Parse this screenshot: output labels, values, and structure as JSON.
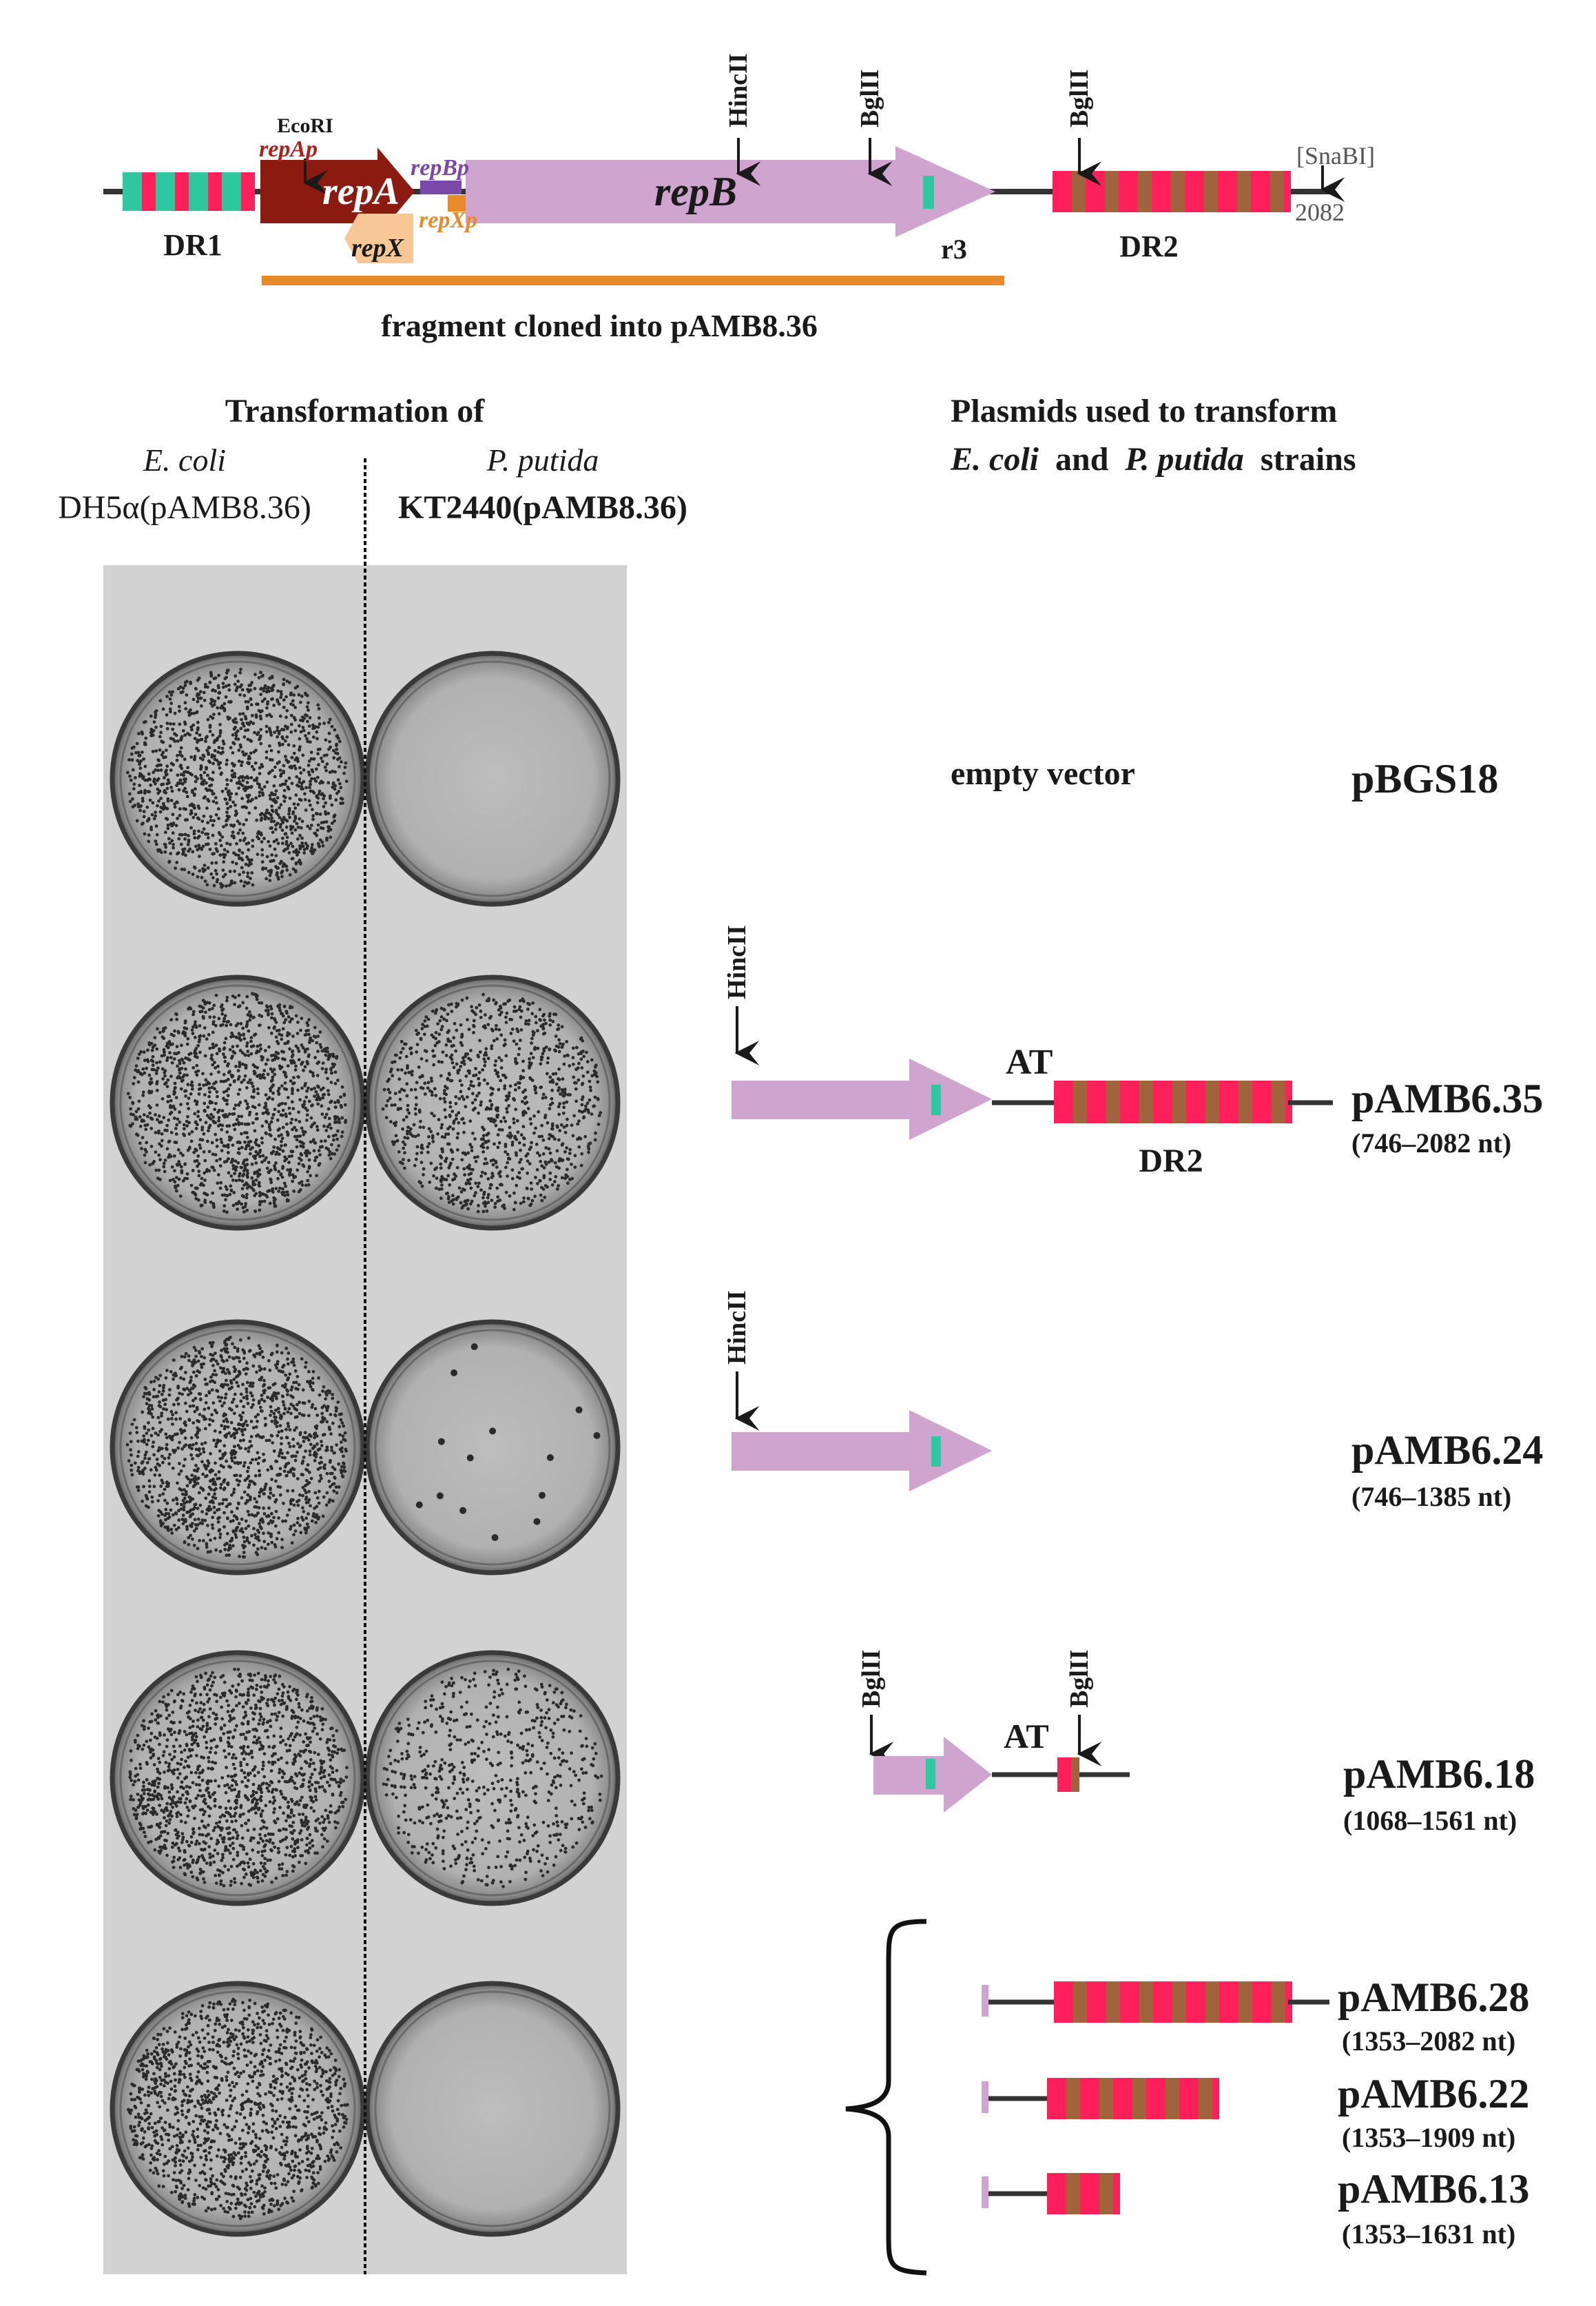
{
  "colors": {
    "repA": "#8b1a10",
    "repB": "#cfa4cf",
    "repX": "#f7c896",
    "cloned_fragment": "#e8892a",
    "dr_pink": "#ff1f5a",
    "dr_brown": "#a0643c",
    "dr_teal": "#2ec7a0",
    "r3_mark": "#2ec7a0",
    "repAp_label": "#b0201a",
    "repBp_label": "#7a48a8",
    "repXp_label": "#e8892a"
  },
  "map": {
    "ecori": "EcoRI",
    "repap": "repAp",
    "repa": "repA",
    "repbp": "repBp",
    "repxp": "repXp",
    "repx": "repX",
    "repb": "repB",
    "hincii": "HincII",
    "bglii_1": "BglII",
    "bglii_2": "BglII",
    "snabi": "[SnaBI]",
    "end_coord": "2082",
    "dr1": "DR1",
    "r3": "r3",
    "dr2": "DR2",
    "fragment_label": "fragment cloned into pAMB8.36"
  },
  "panel": {
    "title": "Transformation of",
    "ecoli_species": "E. coli",
    "ecoli_strain": "DH5α(pAMB8.36)",
    "pputida_species": "P. putida",
    "pputida_strain": "KT2440(pAMB8.36)"
  },
  "plasmids_header": {
    "line1": "Plasmids used to transform",
    "ecoli": "E. coli",
    "and": "and",
    "pputida": "P. putida",
    "strains": "strains"
  },
  "rows": [
    {
      "description": "empty vector",
      "name": "pBGS18",
      "range": ""
    },
    {
      "site_left": "HincII",
      "at": "AT",
      "dr2": "DR2",
      "name": "pAMB6.35",
      "range": "(746–2082 nt)"
    },
    {
      "site_left": "HincII",
      "name": "pAMB6.24",
      "range": "(746–1385 nt)"
    },
    {
      "site_left": "BglII",
      "at": "AT",
      "site_right": "BglII",
      "name": "pAMB6.18",
      "range": "(1068–1561 nt)"
    },
    {
      "name": "pAMB6.28",
      "range": "(1353–2082 nt)"
    },
    {
      "name": "pAMB6.22",
      "range": "(1353–1909 nt)"
    },
    {
      "name": "pAMB6.13",
      "range": "(1353–1631 nt)"
    }
  ],
  "plates": {
    "ecoli_colony_density": [
      1,
      1,
      1,
      1,
      1
    ],
    "pputida_colony_density": [
      0,
      0.75,
      0.01,
      0.45,
      0
    ]
  }
}
